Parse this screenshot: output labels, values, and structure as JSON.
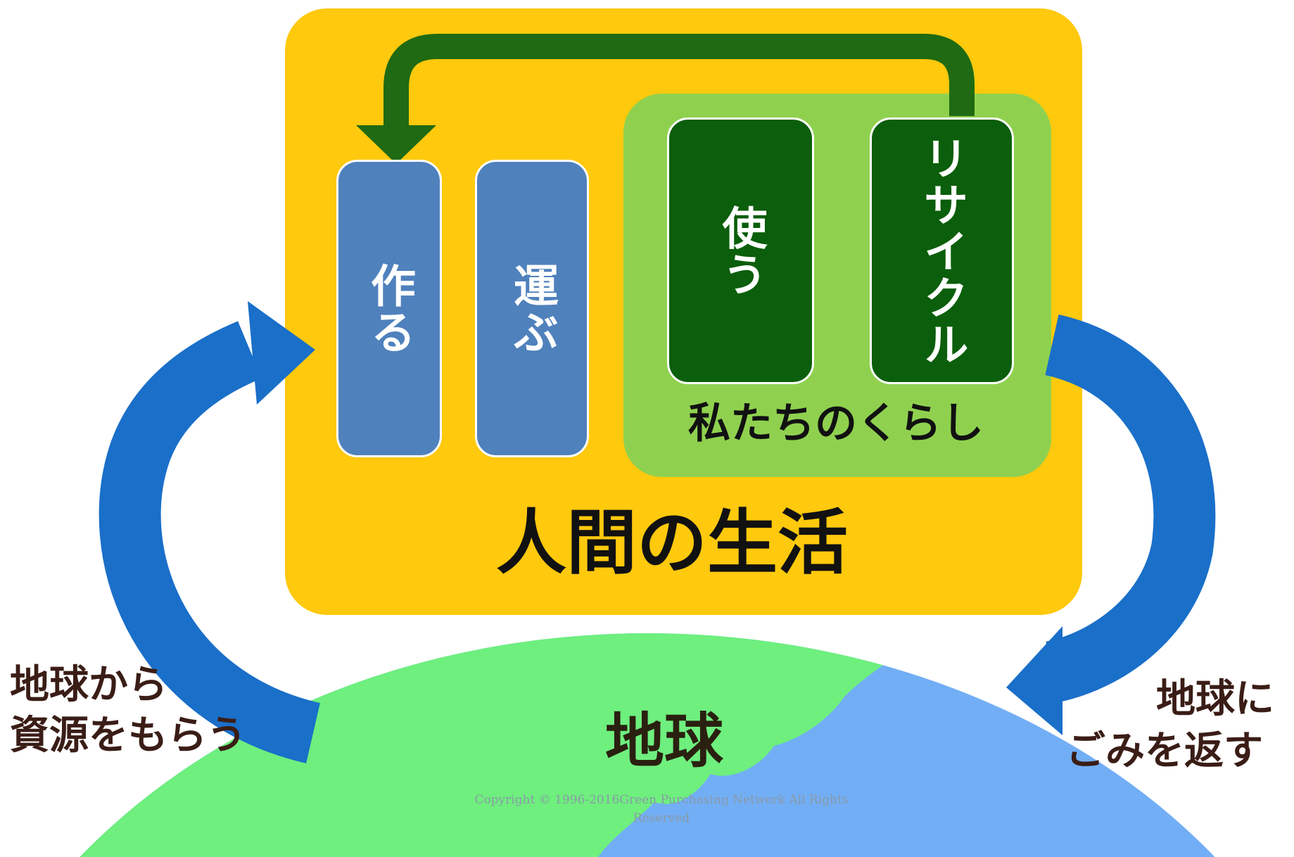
{
  "diagram": {
    "human_life_label": "人間の生活",
    "our_life_label": "私たちのくらし",
    "stages": {
      "make": "作る",
      "carry": "運ぶ",
      "use": "使う",
      "recycle": "リサイクル"
    },
    "earth_label": "地球",
    "resource_label_line1": "地球から",
    "resource_label_line2": "資源をもらう",
    "waste_label_line1": "地球に",
    "waste_label_line2": "ごみを返す",
    "copyright_line1": "Copyright © 1996-2016Green Purchasing Network All Rights",
    "copyright_line2": "Reserved"
  },
  "colors": {
    "outer_yellow": "#ffc90d",
    "inner_green": "#8fd14f",
    "stage_blue": "#4f81bd",
    "stage_dark_green": "#0b5e0b",
    "recycle_arrow": "#1f6a12",
    "flow_arrow_blue": "#1a6fc9",
    "earth_land": "#6eef7e",
    "earth_sea": "#72aef5"
  }
}
